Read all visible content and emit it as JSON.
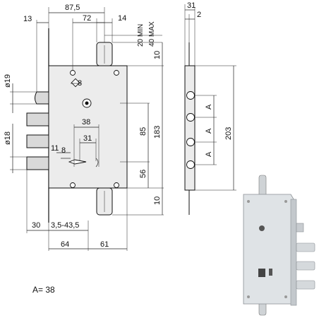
{
  "front_view": {
    "top_dims": [
      "87,5",
      "72",
      "14"
    ],
    "left_top": "13",
    "strike_dims": [
      "20 MIN",
      "40 MAX"
    ],
    "right_dims": [
      "10",
      "183",
      "85",
      "56",
      "10"
    ],
    "left_dims": [
      "ø19",
      "ø18"
    ],
    "inner_dims": [
      "8",
      "38",
      "31",
      "11",
      "8"
    ],
    "bottom_dims": [
      "30",
      "3,5-43,5",
      "64",
      "61"
    ]
  },
  "side_view": {
    "top_dims": [
      "31",
      "2"
    ],
    "height": "203",
    "spacing_labels": [
      "A",
      "A",
      "A"
    ]
  },
  "legend": {
    "text": "A= 38"
  },
  "product_photo": {
    "description_icon": "lock-photo"
  }
}
